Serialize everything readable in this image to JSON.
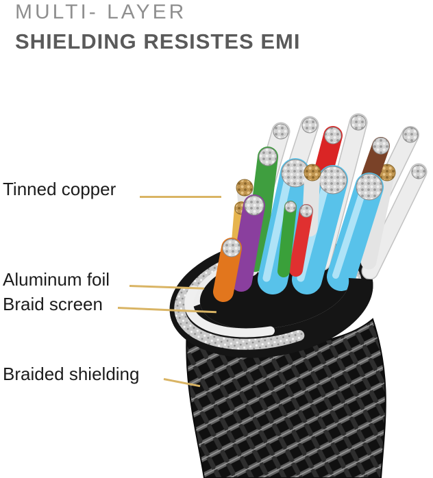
{
  "header": {
    "line1": "MULTI- LAYER",
    "line2": "SHIELDING RESISTES EMI"
  },
  "callouts": [
    {
      "id": "tinned-copper",
      "label": "Tinned copper"
    },
    {
      "id": "aluminum-foil",
      "label": "Aluminum foil"
    },
    {
      "id": "braid-screen",
      "label": "Braid screen"
    },
    {
      "id": "braided-shielding",
      "label": "Braided shielding"
    }
  ],
  "colors": {
    "pointer_line": "#d9b464",
    "title_light": "#8f8f8f",
    "title_dark": "#5a5a5a",
    "label_text": "#1c1c1c",
    "wire_blue": "#58c2ea",
    "wire_green": "#3f9e3f",
    "wire_red": "#da2525",
    "wire_brown": "#7a4228",
    "wire_purple": "#8a3f9e",
    "wire_orange": "#e2761d",
    "wire_yellow": "#e6b44e",
    "wire_navy": "#23233d",
    "copper_strand": "#c09550",
    "tinned_strand": "#d2d2d2",
    "jacket": "#151515"
  }
}
